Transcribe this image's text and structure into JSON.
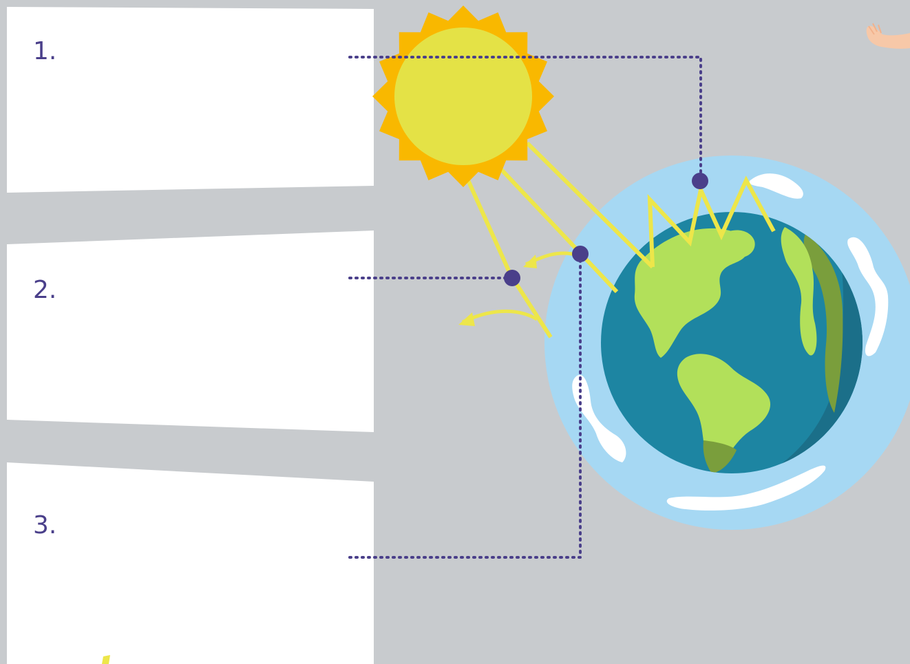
{
  "panels": [
    {
      "label": "1."
    },
    {
      "label": "2."
    },
    {
      "label": "3."
    }
  ],
  "icons": {
    "sun": "sun-icon",
    "earth": "earth-globe-icon",
    "hand": "waving-hand-icon"
  },
  "colors": {
    "background": "#c8cbce",
    "panel": "#ffffff",
    "label": "#4a3f8a",
    "connector": "#4a3f8a",
    "sun_outer": "#f9b800",
    "sun_inner": "#e4e246",
    "sunlight": "#ede64a",
    "atmosphere": "#a6d8f3",
    "ocean": "#1d85a2",
    "land": "#b2e05a",
    "land_dark": "#7a9e3c",
    "cloud": "#ffffff"
  }
}
